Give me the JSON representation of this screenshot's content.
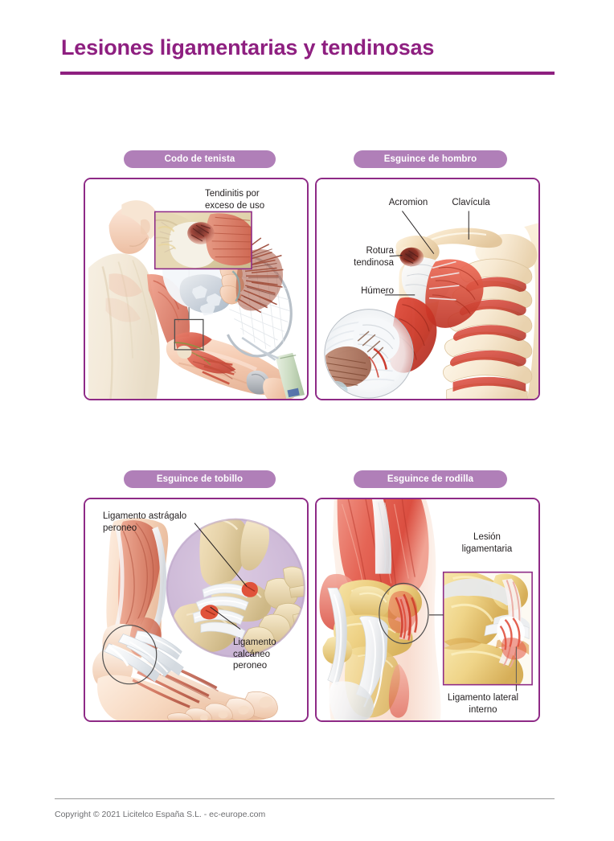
{
  "document": {
    "title": "Lesiones ligamentarias y tendinosas",
    "footer": "Copyright © 2021 Licitelco España S.L. - ec-europe.com",
    "accent_color": "#8e1f80",
    "pill_color": "#b07fb8",
    "panel_border_color": "#8e2a86",
    "background_color": "#ffffff",
    "text_color": "#231f20"
  },
  "panels": [
    {
      "id": "tennis-elbow",
      "label": "Codo de tenista",
      "annotations": [
        {
          "id": "tendinitis",
          "text": "Tendinitis por\nexceso de uso"
        }
      ]
    },
    {
      "id": "shoulder-sprain",
      "label": "Esguince de hombro",
      "annotations": [
        {
          "id": "acromion",
          "text": "Acromion"
        },
        {
          "id": "clavicula",
          "text": "Clavícula"
        },
        {
          "id": "rotura-tendinosa",
          "text": "Rotura\ntendinosa"
        },
        {
          "id": "humero",
          "text": "Húmero"
        }
      ]
    },
    {
      "id": "ankle-sprain",
      "label": "Esguince de tobillo",
      "annotations": [
        {
          "id": "ligamento-astragalo-peroneo",
          "text": "Ligamento astrágalo\nperoneo"
        },
        {
          "id": "ligamento-calcaneo-peroneo",
          "text": "Ligamento\ncalcáneo\nperoneo"
        }
      ]
    },
    {
      "id": "knee-sprain",
      "label": "Esguince de rodilla",
      "annotations": [
        {
          "id": "lesion-ligamentaria",
          "text": "Lesión\nligamentaria"
        },
        {
          "id": "ligamento-lateral-interno",
          "text": "Ligamento lateral\ninterno"
        }
      ]
    }
  ]
}
